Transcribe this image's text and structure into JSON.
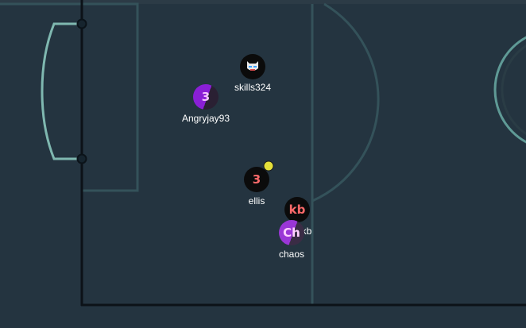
{
  "colors": {
    "field": "#243440",
    "line": "#34525a",
    "goal_line": "#7fb8b0",
    "boundary": "#0c1218",
    "ball": "#e4e03a"
  },
  "players": [
    {
      "id": "skills324",
      "name": "skills324",
      "avatar_icon": "robot-mask-icon",
      "avatar_text": "",
      "bg": "#0b0b0b",
      "fg": "#ffffff"
    },
    {
      "id": "angryjay93",
      "name": "Angryjay93",
      "avatar_icon": "",
      "avatar_text": "3",
      "bg": "#8a1fd6",
      "fg": "#f4c4ff"
    },
    {
      "id": "ellis",
      "name": "ellis",
      "avatar_icon": "",
      "avatar_text": "3",
      "bg": "#0b0b0b",
      "fg": "#ff6a6a"
    },
    {
      "id": "kb",
      "name": "d...rtkb",
      "avatar_icon": "",
      "avatar_text": "kb",
      "bg": "#0b0b0b",
      "fg": "#ff6a6a"
    },
    {
      "id": "chaos",
      "name": "chaos",
      "avatar_icon": "",
      "avatar_text": "Ch",
      "bg": "#9a36d6",
      "fg": "#ffd0ff"
    }
  ]
}
